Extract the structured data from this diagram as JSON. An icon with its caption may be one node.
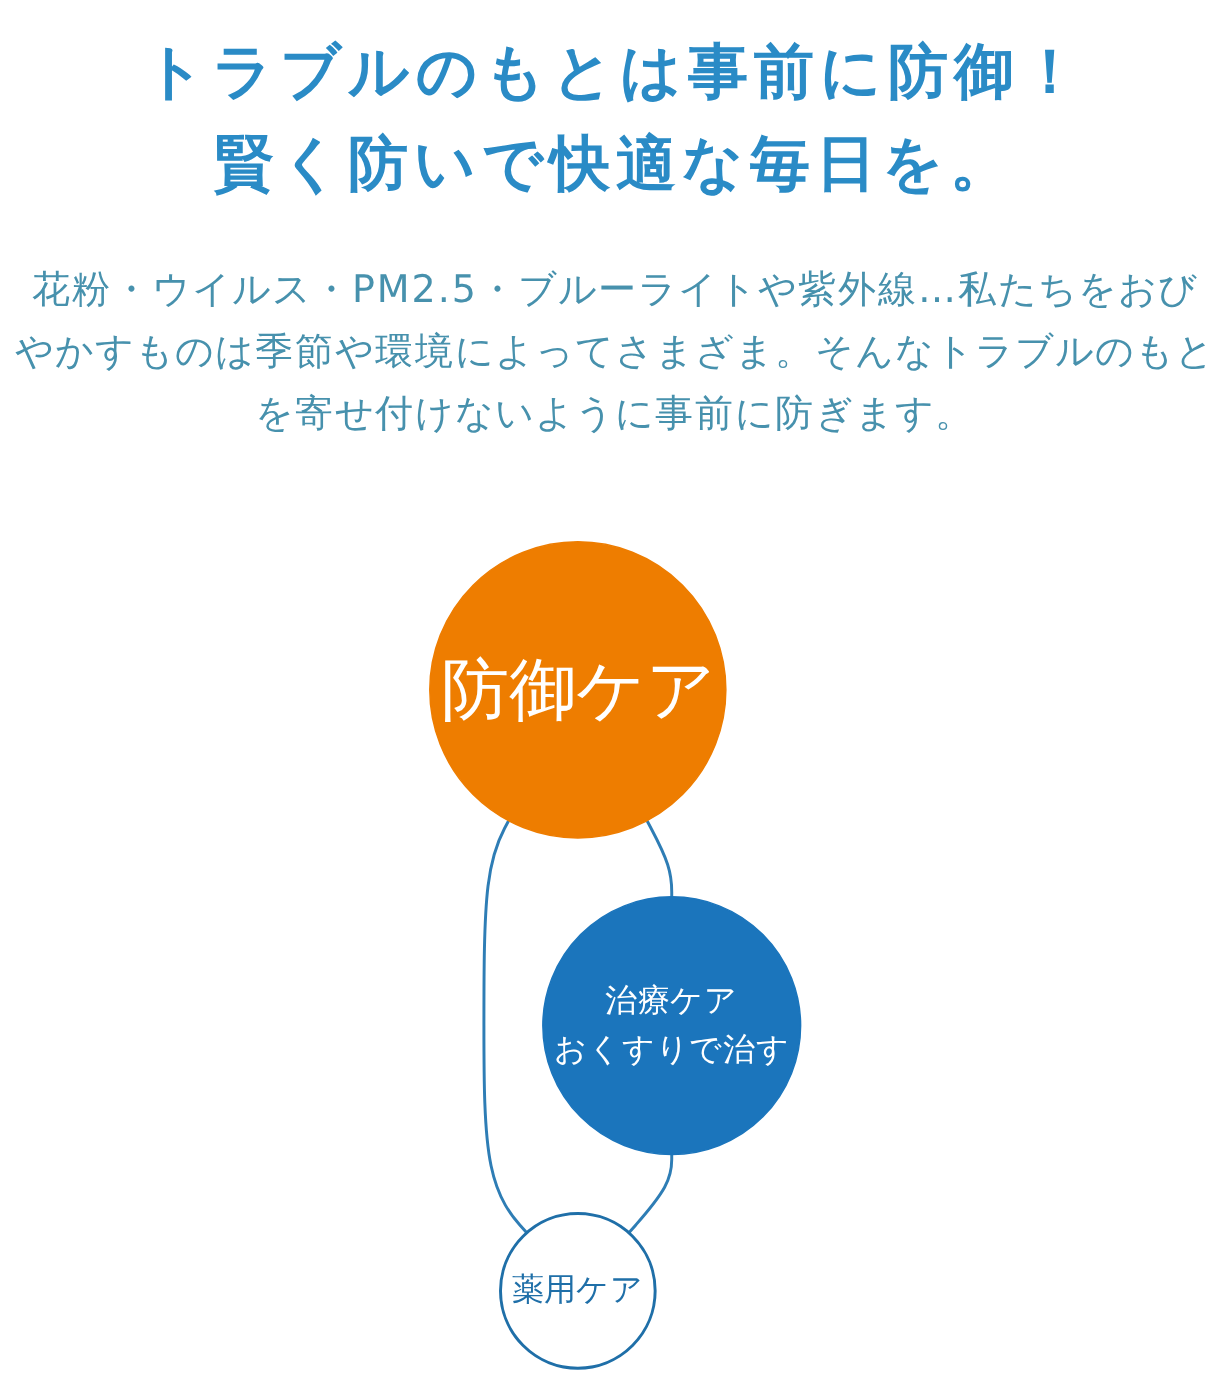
{
  "diagram": {
    "title": "トラブルのもとは事前に防御！賢く防いで快適な毎日を。",
    "nodes": [
      {
        "text": [
          "防御ケア"
        ]
      },
      {
        "text": [
          "治療ケア",
          "おくすりで治す"
        ]
      },
      {
        "text": [
          "薬用ケア"
        ]
      }
    ],
    "edges": [
      {
        "from": 0,
        "to": 1,
        "arrow": "none"
      },
      {
        "from": 0,
        "to": 2,
        "arrow": "none"
      },
      {
        "from": 1,
        "to": 2,
        "arrow": "none"
      }
    ],
    "labels": [
      "花粉・ウイルス・PM2.5・ブルーライトや紫外線…私たちをおびやかすものは季節や環境によってさまざま。そんなトラブルのもとを寄せ付けないように事前に防ぎます。"
    ]
  }
}
